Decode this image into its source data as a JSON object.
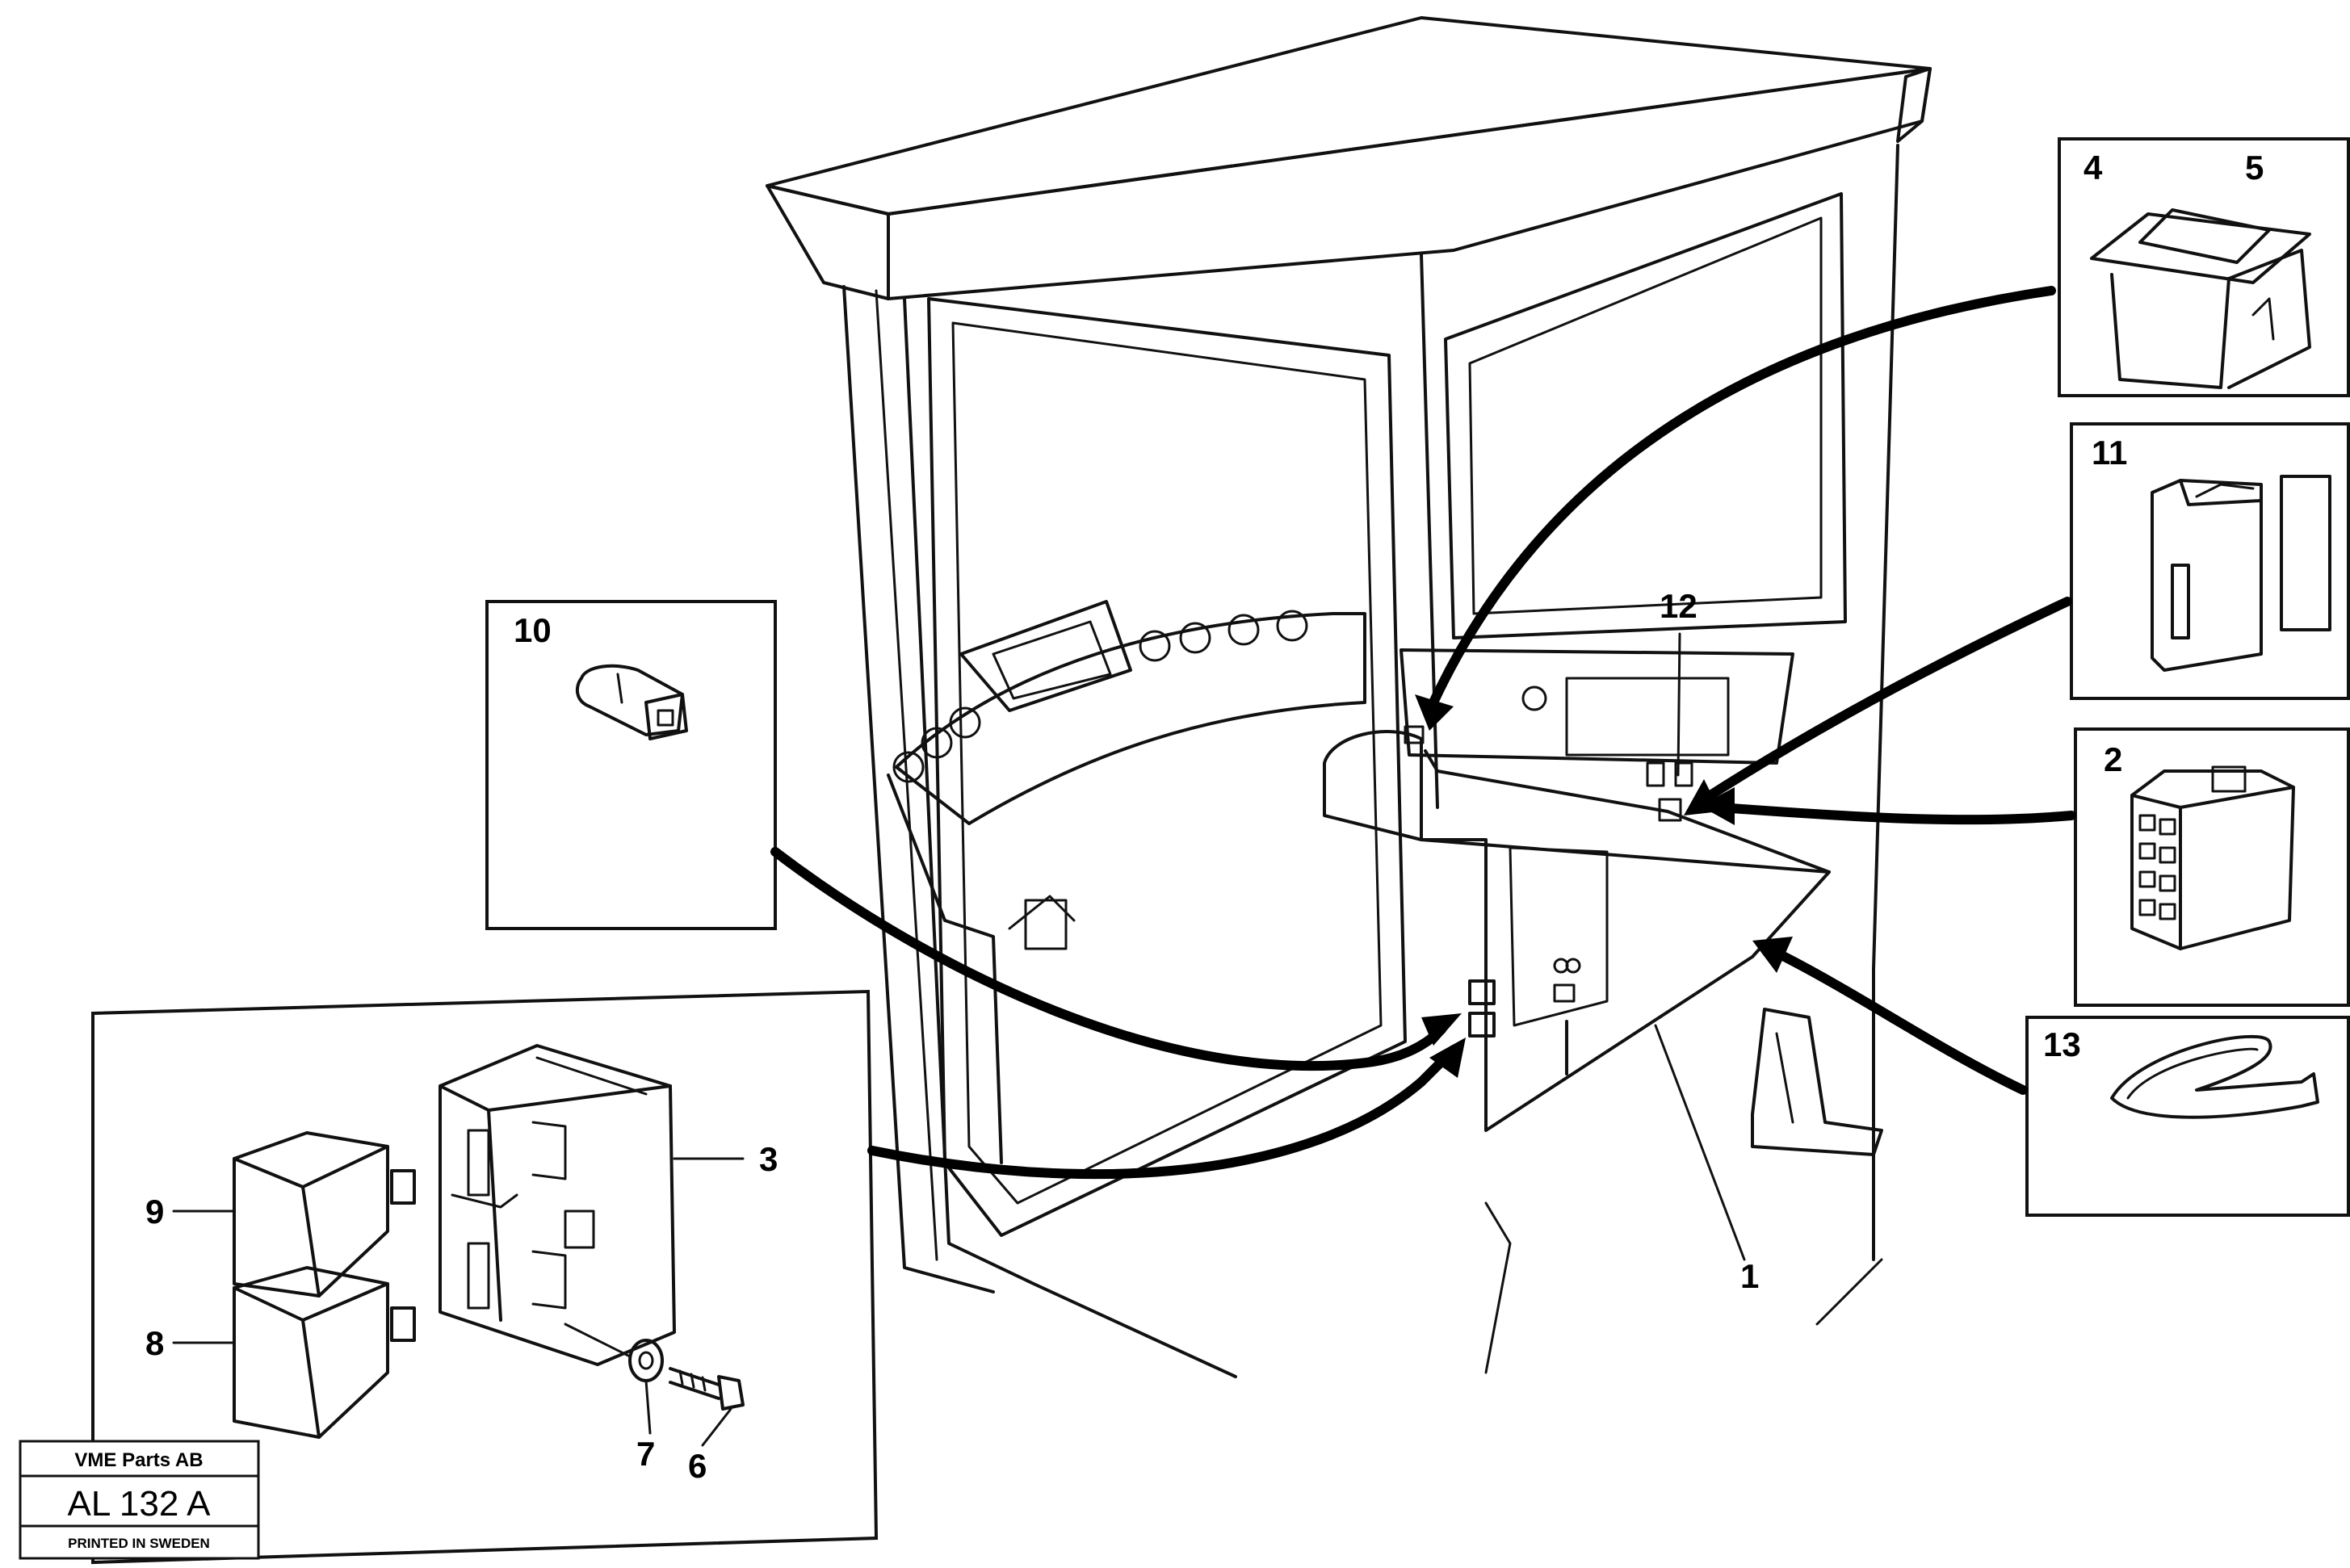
{
  "callouts": {
    "c1": "1",
    "c2": "2",
    "c3": "3",
    "c4": "4",
    "c5": "5",
    "c6": "6",
    "c7": "7",
    "c8": "8",
    "c9": "9",
    "c10": "10",
    "c11": "11",
    "c12": "12",
    "c13": "13"
  },
  "stamp": {
    "company": "VME Parts AB",
    "code": "AL 132 A",
    "printed": "PRINTED IN SWEDEN"
  }
}
